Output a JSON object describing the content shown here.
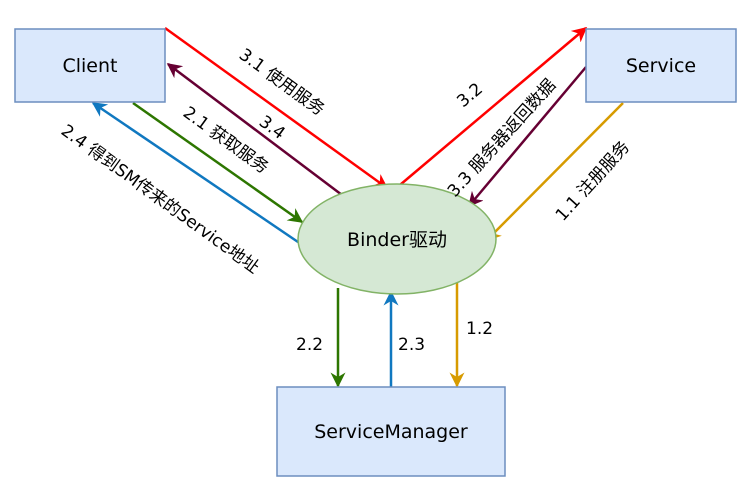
{
  "nodes": {
    "client": "Client",
    "service": "Service",
    "binder": "Binder驱动",
    "servicemanager": "ServiceManager"
  },
  "edges": {
    "e_1_1": "1.1 注册服务",
    "e_1_2": "1.2",
    "e_2_1": "2.1 获取服务",
    "e_2_2": "2.2",
    "e_2_3": "2.3",
    "e_2_4": "2.4 得到SM传来的Service地址",
    "e_3_1": "3.1 使用服务",
    "e_3_2": "3.2",
    "e_3_3": "3.3 服务器返回数据",
    "e_3_4": "3.4"
  },
  "colors": {
    "box_fill": "#dae8fc",
    "box_stroke": "#6c8ebf",
    "ellipse_fill": "#d5e8d4",
    "ellipse_stroke": "#82b366",
    "red": "#ff0000",
    "dark_purple": "#660033",
    "green": "#2d7600",
    "blue": "#1078c0",
    "orange": "#d79b00"
  }
}
